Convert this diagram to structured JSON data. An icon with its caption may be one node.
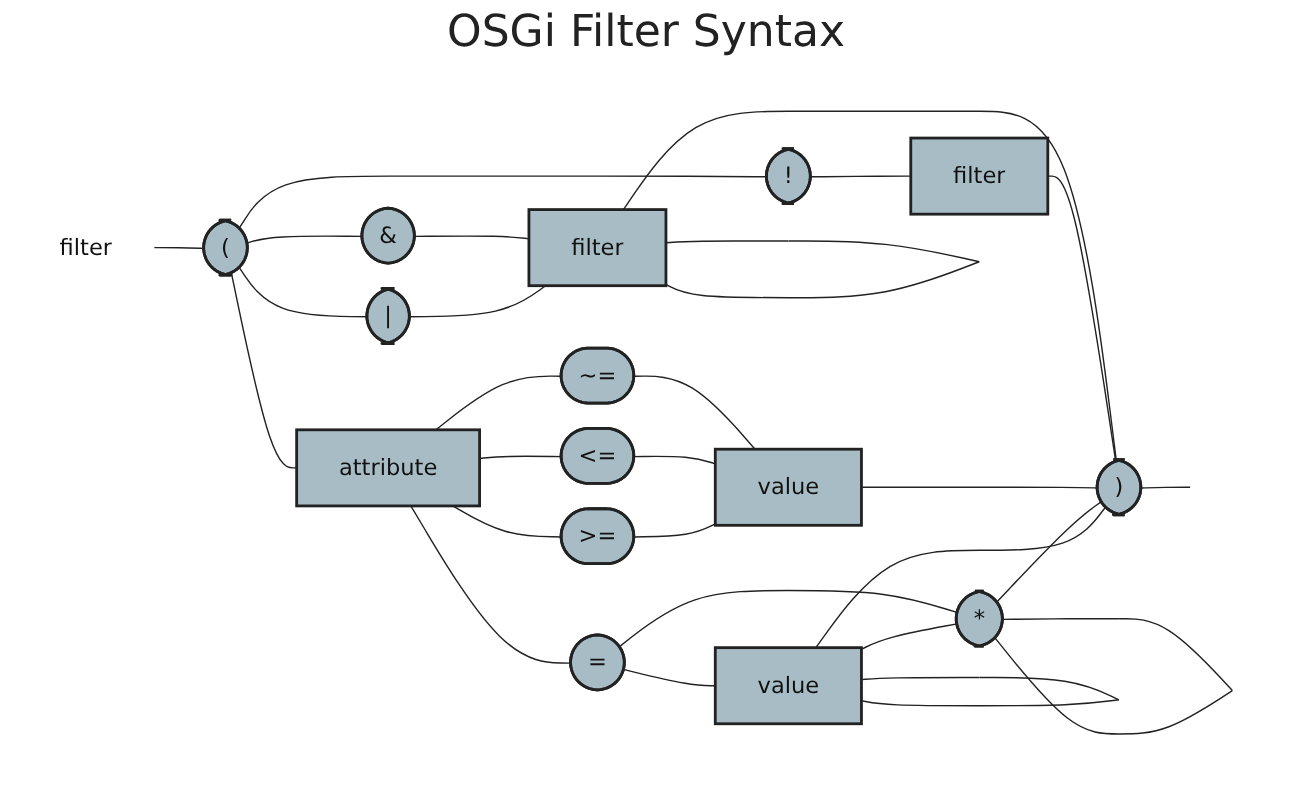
{
  "diagram": {
    "title": "OSGi Filter Syntax",
    "nodes": [
      {
        "text": [
          "filter"
        ]
      },
      {
        "text": [
          "("
        ]
      },
      {
        "text": [
          "&"
        ]
      },
      {
        "text": [
          "|"
        ]
      },
      {
        "text": [
          "filter"
        ]
      },
      {
        "text": [
          "!"
        ]
      },
      {
        "text": [
          "filter"
        ]
      },
      {
        "text": [
          "attribute"
        ]
      },
      {
        "text": [
          "~="
        ]
      },
      {
        "text": [
          "<="
        ]
      },
      {
        "text": [
          ">="
        ]
      },
      {
        "text": [
          "="
        ]
      },
      {
        "text": [
          "value"
        ]
      },
      {
        "text": [
          "*"
        ]
      },
      {
        "text": [
          "value"
        ]
      },
      {
        "text": [
          ")"
        ]
      }
    ],
    "edges": [
      {
        "from": 0,
        "to": 1,
        "arrow": "none"
      },
      {
        "from": 1,
        "to": 2,
        "arrow": "none"
      },
      {
        "from": 1,
        "to": 3,
        "arrow": "none"
      },
      {
        "from": 1,
        "to": 5,
        "arrow": "none"
      },
      {
        "from": 1,
        "to": 7,
        "arrow": "none"
      },
      {
        "from": 2,
        "to": 4,
        "arrow": "none"
      },
      {
        "from": 3,
        "to": 4,
        "arrow": "none"
      },
      {
        "from": 4,
        "to": 4,
        "arrow": "none"
      },
      {
        "from": 4,
        "to": 15,
        "arrow": "none"
      },
      {
        "from": 5,
        "to": 6,
        "arrow": "none"
      },
      {
        "from": 6,
        "to": 15,
        "arrow": "none"
      },
      {
        "from": 7,
        "to": 8,
        "arrow": "none"
      },
      {
        "from": 7,
        "to": 9,
        "arrow": "none"
      },
      {
        "from": 7,
        "to": 10,
        "arrow": "none"
      },
      {
        "from": 7,
        "to": 11,
        "arrow": "none"
      },
      {
        "from": 8,
        "to": 12,
        "arrow": "none"
      },
      {
        "from": 9,
        "to": 12,
        "arrow": "none"
      },
      {
        "from": 10,
        "to": 12,
        "arrow": "none"
      },
      {
        "from": 12,
        "to": 15,
        "arrow": "none"
      },
      {
        "from": 11,
        "to": 13,
        "arrow": "none"
      },
      {
        "from": 11,
        "to": 14,
        "arrow": "none"
      },
      {
        "from": 13,
        "to": 13,
        "arrow": "none"
      },
      {
        "from": 14,
        "to": 13,
        "arrow": "none"
      },
      {
        "from": 14,
        "to": 14,
        "arrow": "none"
      },
      {
        "from": 13,
        "to": 15,
        "arrow": "none"
      },
      {
        "from": 14,
        "to": 15,
        "arrow": "none"
      },
      {
        "from": 15,
        "to": null,
        "arrow": "none"
      }
    ]
  }
}
